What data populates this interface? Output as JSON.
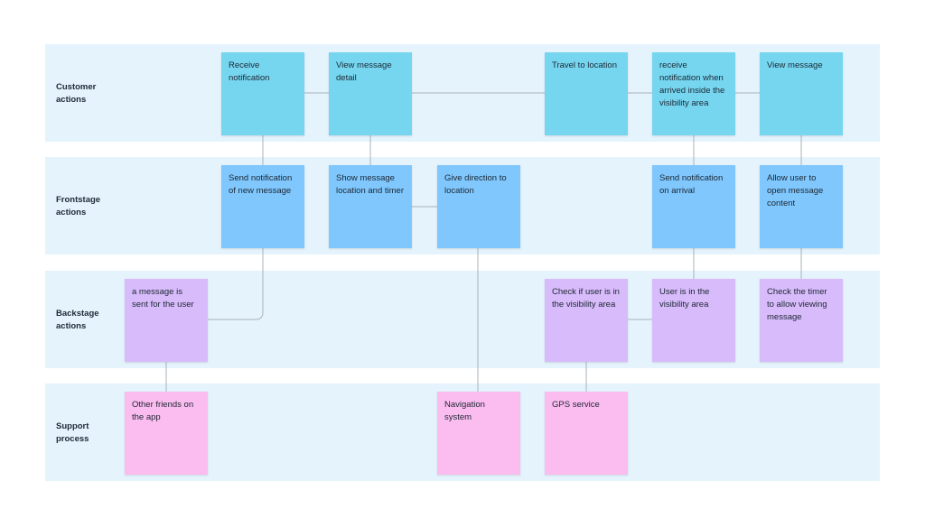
{
  "lanes": {
    "customer": "Customer\nactions",
    "frontstage": "Frontstage\nactions",
    "backstage": "Backstage\nactions",
    "support": "Support\nprocess"
  },
  "notes": {
    "receive_notification": "Receive notification",
    "view_message_detail": "View message detail",
    "travel_to_location": "Travel to location",
    "receive_notification_arrived": "receive notification when arrived inside the visibility area",
    "view_message": "View message",
    "send_notification_new_message": "Send notification of new message",
    "show_message_location_timer": "Show message location and timer",
    "give_direction": "Give direction to location",
    "send_notification_arrival": "Send notification on arrival",
    "allow_open_message": "Allow user to open message content",
    "message_sent": "a message is sent for the user",
    "check_visibility": "Check if user is in the visibility area",
    "user_in_visibility": "User is in the visibility area",
    "check_timer": "Check the timer to allow viewing message",
    "other_friends": "Other friends on the app",
    "navigation_system": "Navigation system",
    "gps_service": "GPS service"
  },
  "colors": {
    "lane_background": "#e5f3fd",
    "customer_note": "#76d6f0",
    "frontstage_note": "#7fc7fd",
    "backstage_note": "#d8bbfb",
    "support_note": "#fbbcf0",
    "connector": "#a9b3bb"
  }
}
